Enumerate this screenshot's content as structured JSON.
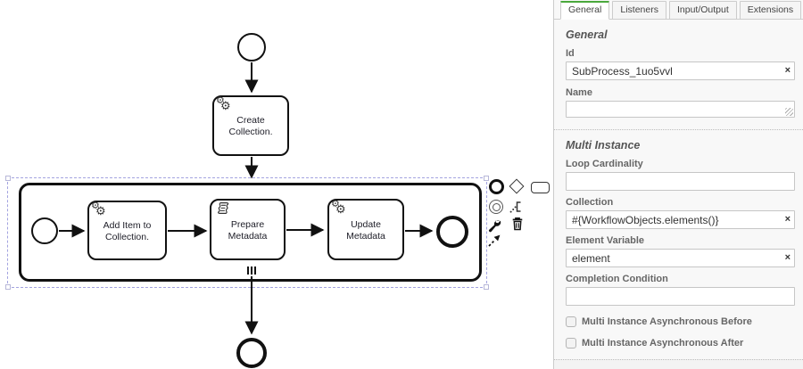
{
  "colors": {
    "accent_green": "#4aa83c",
    "selection_outline": "#a3a3e0",
    "element_stroke": "#111111",
    "panel_bg": "#f8f8f8"
  },
  "icons": {
    "gear": "⚙",
    "clear": "×"
  },
  "diagram": {
    "tasks": {
      "create": {
        "label": "Create Collection.",
        "type": "service"
      },
      "add_item": {
        "label": "Add Item to Collection.",
        "type": "service"
      },
      "prepare": {
        "label": "Prepare Metadata",
        "type": "script"
      },
      "update": {
        "label": "Update Metadata",
        "type": "service"
      }
    },
    "subprocess": {
      "marker": "sequential-multi-instance"
    },
    "context_pad": [
      "append-end-event",
      "append-gateway",
      "append-task",
      "append-intermediate-event",
      "append-text-annotation",
      "change-type",
      "delete",
      "connect-tool"
    ]
  },
  "panel": {
    "tabs": [
      "General",
      "Listeners",
      "Input/Output",
      "Extensions"
    ],
    "active_tab": "General",
    "general": {
      "heading": "General",
      "id_label": "Id",
      "id_value": "SubProcess_1uo5vvl",
      "name_label": "Name",
      "name_value": ""
    },
    "multi_instance": {
      "heading": "Multi Instance",
      "loop_cardinality_label": "Loop Cardinality",
      "loop_cardinality_value": "",
      "collection_label": "Collection",
      "collection_value": "#{WorkflowObjects.elements()}",
      "element_variable_label": "Element Variable",
      "element_variable_value": "element",
      "completion_condition_label": "Completion Condition",
      "completion_condition_value": "",
      "async_before_label": "Multi Instance Asynchronous Before",
      "async_before_checked": false,
      "async_after_label": "Multi Instance Asynchronous After",
      "async_after_checked": false
    }
  }
}
